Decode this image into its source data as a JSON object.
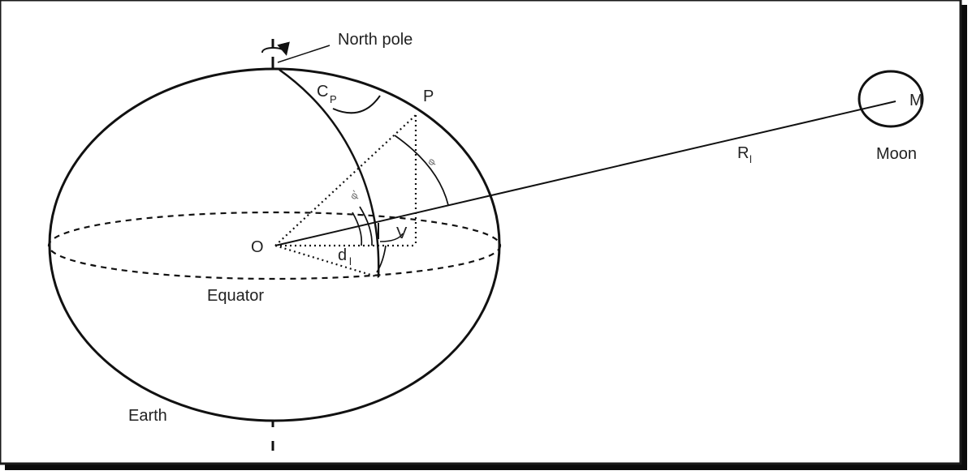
{
  "diagram": {
    "labels": {
      "north_pole": "North pole",
      "point_p": "P",
      "point_m": "M",
      "moon": "Moon",
      "center_o": "O",
      "equator": "Equator",
      "earth": "Earth",
      "angle_v": "V",
      "distance_r": "R",
      "distance_r_sub": "l",
      "angle_c": "C",
      "angle_c_sub": "P",
      "angle_d": "d",
      "angle_d_sub": "l",
      "angle_phi": "φ",
      "angle_phi_prime": "φ′"
    },
    "colors": {
      "stroke": "#111111",
      "frame": "#1a1a1a",
      "text": "#222222",
      "faint_text": "#666666"
    }
  }
}
